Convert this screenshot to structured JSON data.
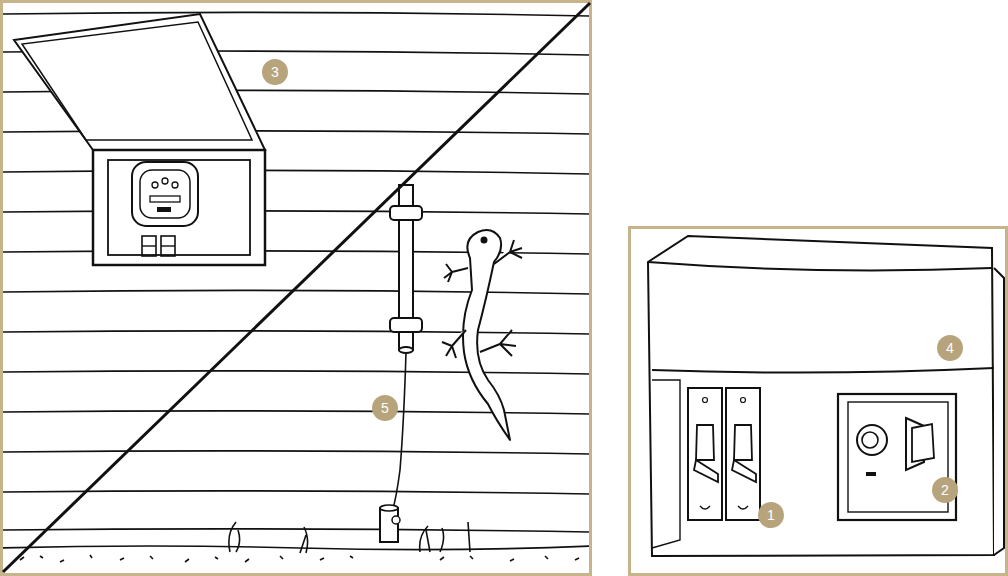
{
  "diagram": {
    "labels": [
      "3",
      "4",
      "5",
      "2",
      "1"
    ]
  }
}
